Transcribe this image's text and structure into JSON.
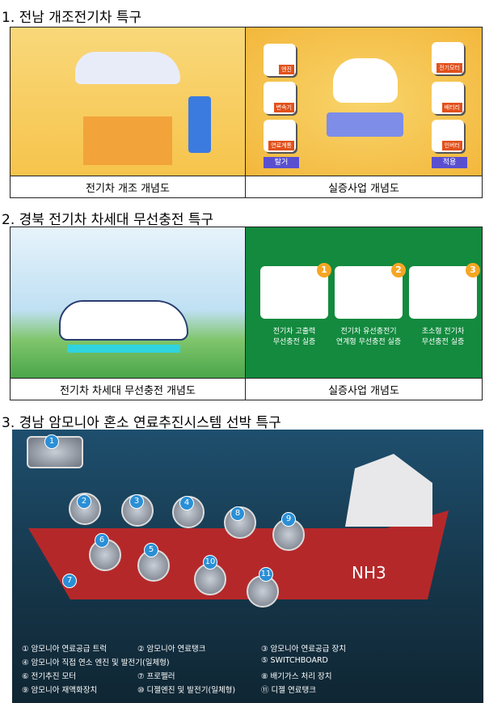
{
  "s1": {
    "title": "1. 전남 개조전기차 특구",
    "cap_left": "전기차 개조 개념도",
    "cap_right": "실증사업 개념도",
    "remove": [
      "엔진",
      "변속기",
      "연료계통"
    ],
    "apply": [
      "전기모터",
      "배터리",
      "인버터"
    ],
    "remove_label": "탈거",
    "apply_label": "적용"
  },
  "s2": {
    "title": "2. 경북 전기차 차세대 무선충전 특구",
    "cap_left": "전기차 차세대 무선충전 개념도",
    "cap_right": "실증사업 개념도",
    "cards": [
      {
        "num": "1",
        "line1": "전기차 고출력",
        "line2": "무선충전 실증"
      },
      {
        "num": "2",
        "line1": "전기차 유선충전기",
        "line2": "연계형 무선충전 실증"
      },
      {
        "num": "3",
        "line1": "초소형 전기차",
        "line2": "무선충전 실증"
      }
    ]
  },
  "s3": {
    "title": "3. 경남 암모니아 혼소 연료추진시스템 선박 특구",
    "ship_label": "NH3",
    "nums": [
      "1",
      "2",
      "3",
      "4",
      "5",
      "6",
      "7",
      "8",
      "9",
      "10",
      "11"
    ],
    "legend": [
      "① 암모니아 연료공급 트럭",
      "② 암모니아 연료탱크",
      "③ 암모니아 연료공급 장치",
      "④ 암모니아 직접 연소 엔진 및 발전기(일체형)",
      "⑤ SWITCHBOARD",
      "⑥ 전기추진 모터",
      "⑦ 프로펠러",
      "⑧ 배기가스 처리 장치",
      "⑨ 암모니아 재액화장치",
      "⑩ 디젤엔진 및 발전기(일체형)",
      "⑪ 디젤 연료탱크"
    ]
  }
}
